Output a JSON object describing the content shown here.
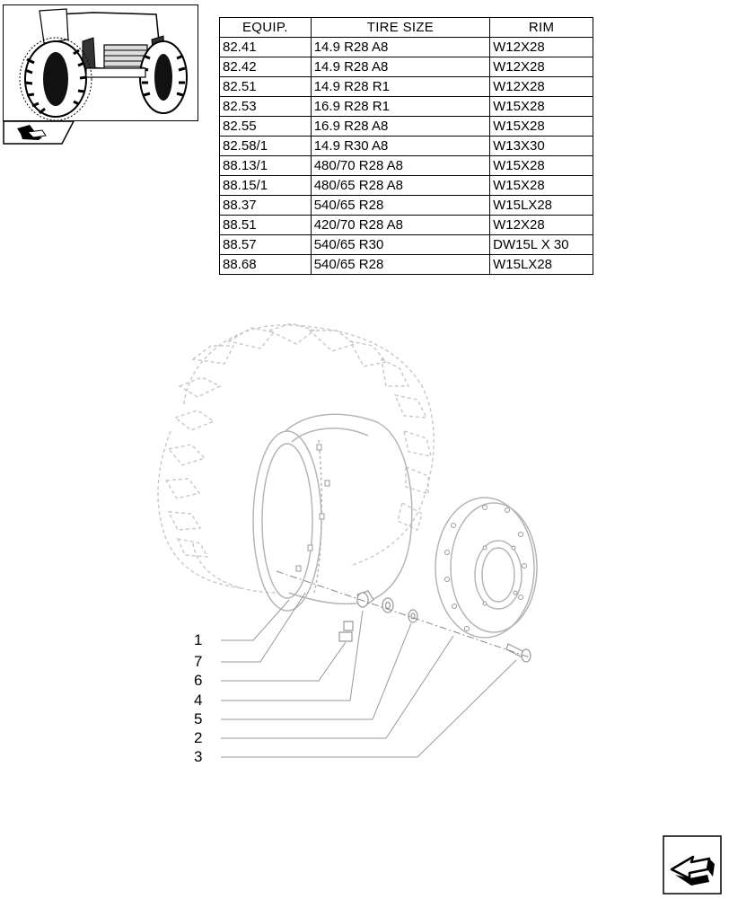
{
  "table": {
    "headers": [
      "EQUIP.",
      "TIRE SIZE",
      "RIM"
    ],
    "rows": [
      [
        "82.41",
        "14.9 R28 A8",
        "W12X28"
      ],
      [
        "82.42",
        "14.9 R28 A8",
        "W12X28"
      ],
      [
        "82.51",
        "14.9 R28 R1",
        "W12X28"
      ],
      [
        "82.53",
        "16.9 R28 R1",
        "W15X28"
      ],
      [
        "82.55",
        "16.9 R28 A8",
        "W15X28"
      ],
      [
        "82.58/1",
        "14.9 R30 A8",
        "W13X30"
      ],
      [
        "88.13/1",
        "480/70 R28 A8",
        "W15X28"
      ],
      [
        "88.15/1",
        "480/65 R28 A8",
        "W15X28"
      ],
      [
        "88.37",
        "540/65 R28",
        "W15LX28"
      ],
      [
        "88.51",
        "420/70 R28 A8",
        "W12X28"
      ],
      [
        "88.57",
        "540/65 R30",
        "DW15L X 30"
      ],
      [
        "88.68",
        "540/65 R28",
        "W15LX28"
      ]
    ]
  },
  "callouts": [
    "1",
    "7",
    "6",
    "4",
    "5",
    "2",
    "3"
  ],
  "icons": {
    "thumbnail": "tractor-front-wheels-thumbnail",
    "tab": "section-arrow-icon",
    "nav": "next-page-arrow-icon"
  }
}
